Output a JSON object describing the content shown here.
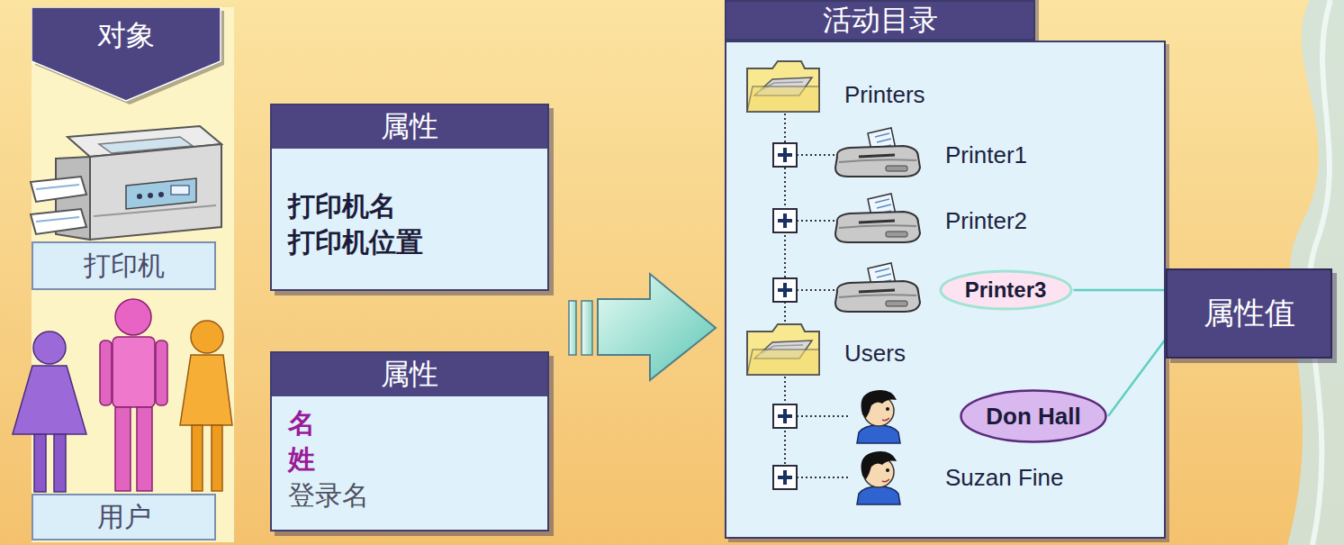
{
  "diagram": {
    "nodes": [
      {
        "text": [
          "对象"
        ]
      },
      {
        "text": [
          "打印机"
        ],
        "in": 0
      },
      {
        "text": [
          "用户"
        ],
        "in": 0
      },
      {
        "text": [
          "属性",
          "打印机名",
          "打印机位置"
        ]
      },
      {
        "text": [
          "属性",
          "名",
          "姓",
          "登录名"
        ]
      },
      {
        "text": [
          "活动目录"
        ]
      },
      {
        "text": [
          "Printer3"
        ],
        "in": 5
      },
      {
        "text": [
          "Don Hall"
        ],
        "in": 5
      },
      {
        "text": [
          "属性值"
        ]
      }
    ],
    "edges": [
      {
        "from": 8,
        "to": 6,
        "arrow": "none"
      },
      {
        "from": 8,
        "to": 7,
        "arrow": "none"
      }
    ],
    "labels": [
      "Printers",
      "Printer1",
      "Printer2",
      "Users",
      "Suzan Fine"
    ]
  }
}
